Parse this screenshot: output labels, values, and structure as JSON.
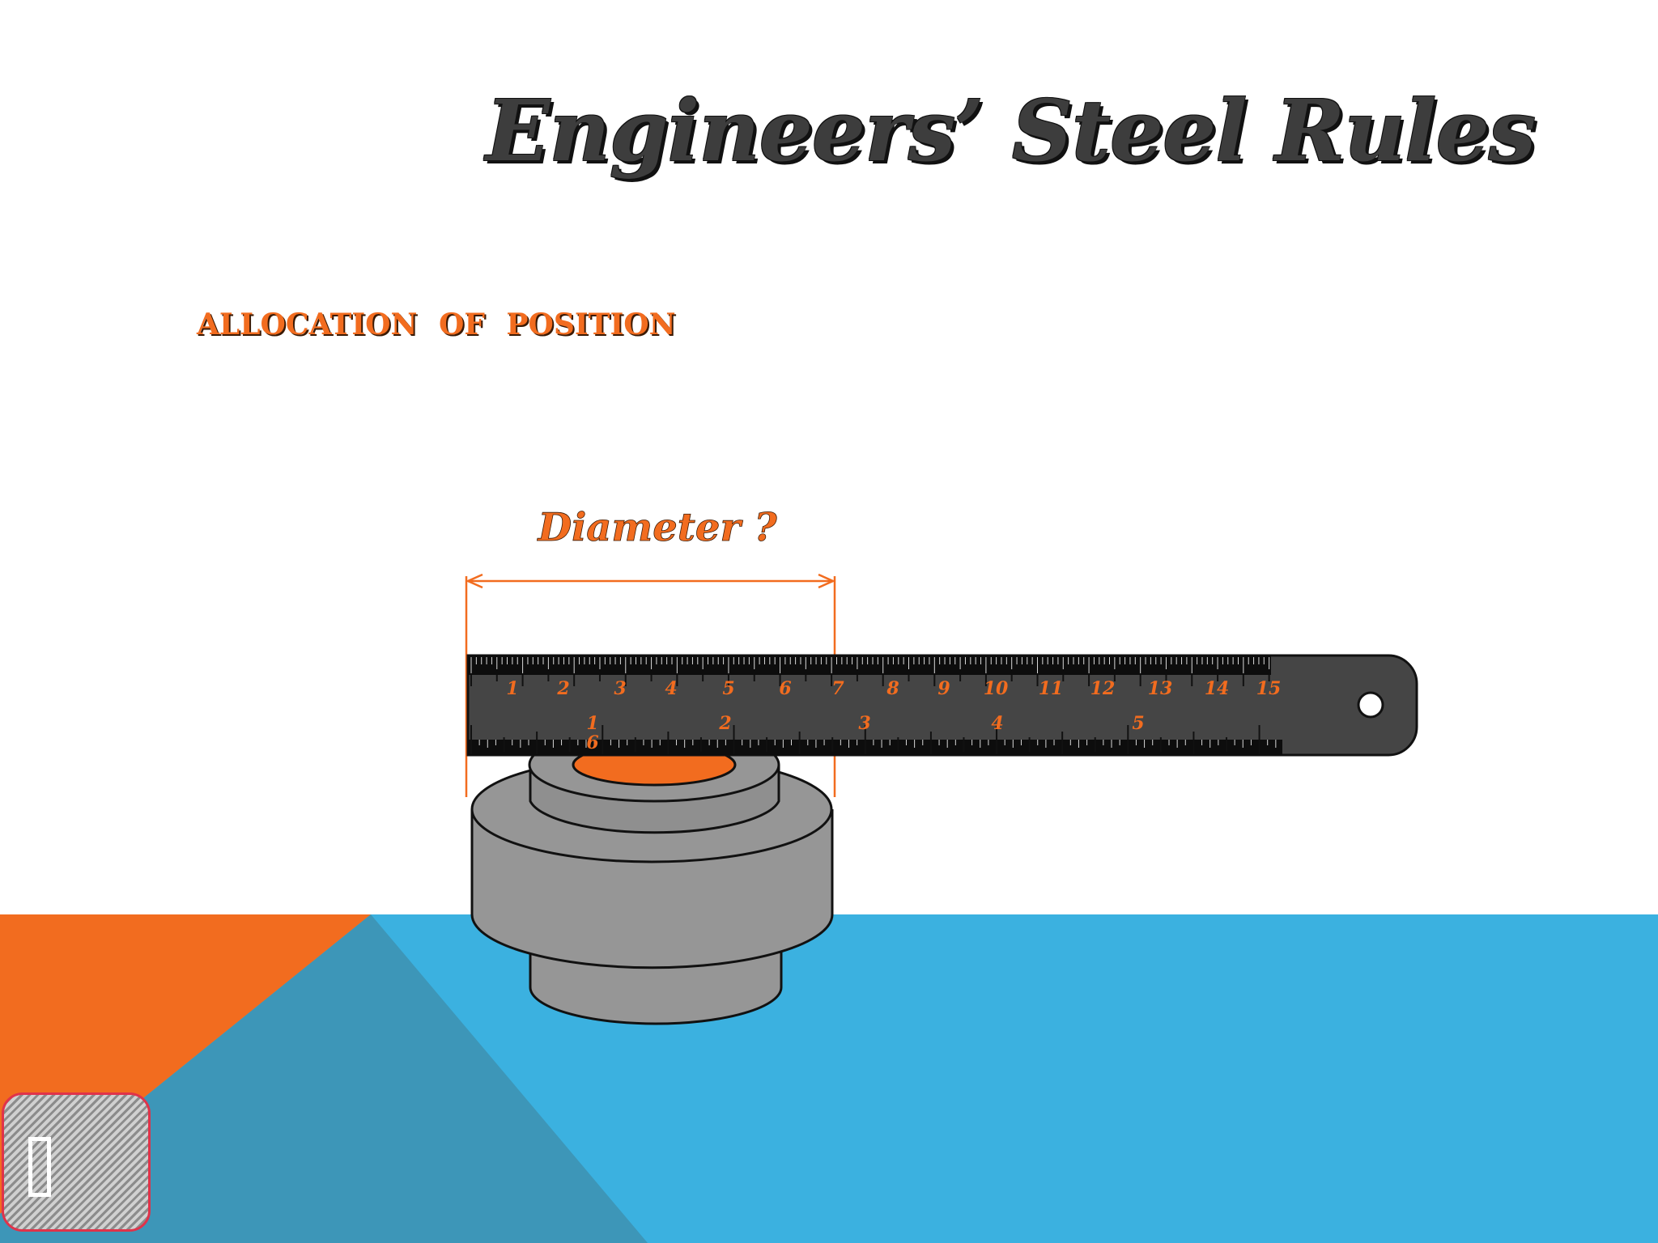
{
  "slide": {
    "title": "Engineers’ Steel Rules",
    "subtitle": "ALLOCATION  OF  POSITION"
  },
  "diagram": {
    "question_label": "Diameter ?",
    "ruler": {
      "upper_scale_labels": [
        "1",
        "2",
        "3",
        "4",
        "5",
        "6",
        "7",
        "8",
        "9",
        "10",
        "11",
        "12",
        "13",
        "14",
        "15"
      ],
      "lower_scale_labels": [
        "1",
        "2",
        "3",
        "4",
        "5"
      ],
      "lower_scale_sub_label": "6"
    }
  },
  "colors": {
    "accent_orange": "#f26c1f",
    "background_blue": "#3bb1e0",
    "background_dark_blue": "#3d96b8",
    "ruler_body": "#454545",
    "part_gray": "#969696",
    "part_dark_gray": "#8a8a8a"
  }
}
